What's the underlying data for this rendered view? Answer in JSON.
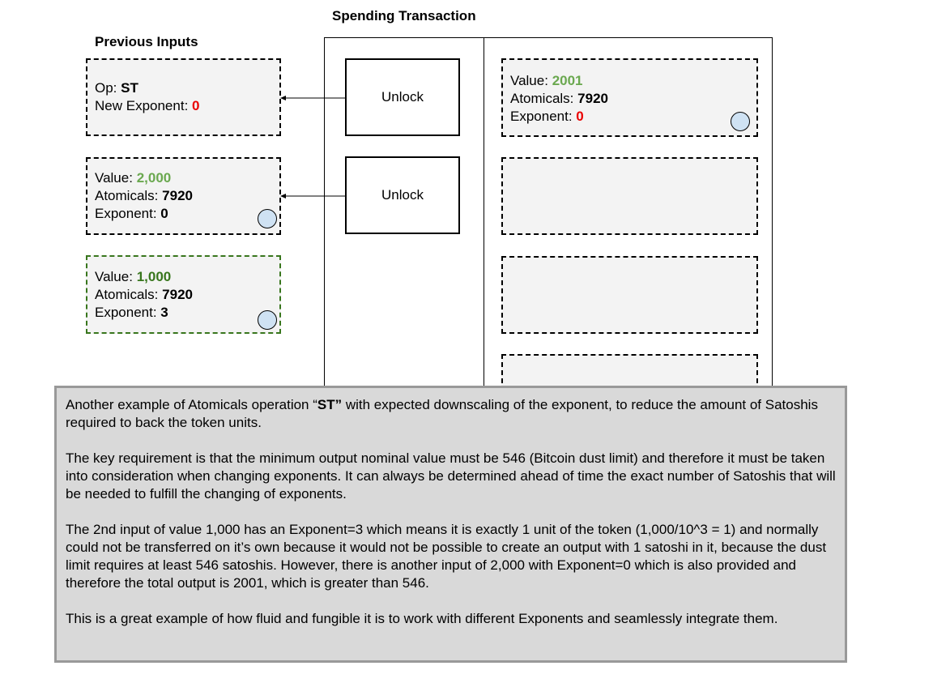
{
  "diagram": {
    "spending_title": "Spending Transaction",
    "inputs_title": "Previous Inputs",
    "inputs": {
      "op": {
        "op_label": "Op:",
        "op_value": "ST",
        "exponent_label": "New Exponent:",
        "exponent_value": "0"
      },
      "first": {
        "value_label": "Value:",
        "value": "2,000",
        "atomicals_label": "Atomicals:",
        "atomicals": "7920",
        "exponent_label": "Exponent:",
        "exponent": "0"
      },
      "second": {
        "value_label": "Value:",
        "value": "1,000",
        "atomicals_label": "Atomicals:",
        "atomicals": "7920",
        "exponent_label": "Exponent:",
        "exponent": "3"
      }
    },
    "unlock_labels": [
      "Unlock",
      "Unlock"
    ],
    "output": {
      "value_label": "Value:",
      "value": "2001",
      "atomicals_label": "Atomicals:",
      "atomicals": "7920",
      "exponent_label": "Exponent:",
      "exponent": "0"
    },
    "colors": {
      "red": "#ea0000",
      "light_green": "#6aa84f",
      "dark_green": "#38761d",
      "coin_fill": "#cfe2f3",
      "box_fill": "#f3f3f3",
      "note_fill": "#d9d9d9",
      "note_border": "#999999"
    },
    "icons": {
      "coin": "coin-circle-icon",
      "arrow": "arrow-left-icon"
    }
  },
  "note": {
    "p1_before": "Another example of Atomicals operation “",
    "p1_bold": "ST”",
    "p1_after": " with expected downscaling of the exponent, to reduce the amount of Satoshis required to back the token units.",
    "p2": "The key requirement is that the minimum output nominal value must be 546 (Bitcoin dust limit) and therefore it must be taken into consideration when changing exponents. It can always be determined ahead of time the exact number of Satoshis that will be needed to fulfill the changing of exponents.",
    "p3": "The 2nd input of value 1,000 has an Exponent=3 which means it is exactly 1 unit of the token (1,000/10^3 = 1) and normally could not be transferred on it’s own because it would not be possible to create an output with 1 satoshi in it, because the dust limit requires at least 546 satoshis. However, there is another input of 2,000 with Exponent=0 which is also provided and therefore the total output is 2001, which is greater than 546.",
    "p4": "This is a great example of how fluid and fungible it is to work with different Exponents and seamlessly integrate them."
  }
}
